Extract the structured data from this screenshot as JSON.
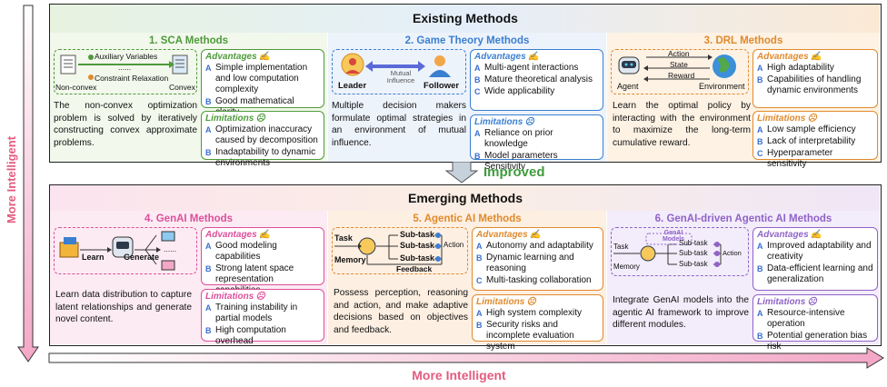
{
  "side_label": "More Intelligent",
  "bottom_label": "More Intelligent",
  "improved_label": "Improved",
  "colors": {
    "green": "#4e9a3a",
    "blue": "#3b7fd0",
    "orange": "#e08a2c",
    "pink": "#dd4f9b",
    "purple": "#8f63c7",
    "red": "#e35b7e"
  },
  "existing": {
    "title": "Existing Methods",
    "sca": {
      "title": "1. SCA Methods",
      "diagram": {
        "left": "Non-convex",
        "right": "Convex",
        "aux": "Auxiliary Variables",
        "dots": "......",
        "constraint": "Constraint Relaxation"
      },
      "advantages_head": "Advantages",
      "advantages": [
        {
          "bullet": "A",
          "text": "Simple implementation and low computation complexity"
        },
        {
          "bullet": "B",
          "text": "Good mathematical clarity"
        }
      ],
      "limitations_head": "Limitations",
      "limitations": [
        {
          "bullet": "A",
          "text": "Optimization inaccuracy caused by decomposition"
        },
        {
          "bullet": "B",
          "text": "Inadaptability to dynamic environments"
        }
      ],
      "description": "The non-convex optimization problem is solved by iteratively constructing convex approximate problems."
    },
    "game": {
      "title": "2. Game Theory Methods",
      "diagram": {
        "leader": "Leader",
        "follower": "Follower",
        "mutual": "Mutual Influence"
      },
      "advantages_head": "Advantages",
      "advantages": [
        {
          "bullet": "A",
          "text": "Multi-agent interactions"
        },
        {
          "bullet": "B",
          "text": "Mature theoretical analysis"
        },
        {
          "bullet": "C",
          "text": "Wide applicability"
        }
      ],
      "limitations_head": "Limitations",
      "limitations": [
        {
          "bullet": "A",
          "text": "Reliance on prior knowledge"
        },
        {
          "bullet": "B",
          "text": "Model parameters Sensitivity"
        }
      ],
      "description": "Multiple decision makers formulate optimal strategies in an environment of mutual influence."
    },
    "drl": {
      "title": "3. DRL Methods",
      "diagram": {
        "agent": "Agent",
        "environment": "Environment",
        "action": "Action",
        "state": "State",
        "reward": "Reward"
      },
      "advantages_head": "Advantages",
      "advantages": [
        {
          "bullet": "A",
          "text": "High adaptability"
        },
        {
          "bullet": "B",
          "text": "Capabilities of handling dynamic environments"
        }
      ],
      "limitations_head": "Limitations",
      "limitations": [
        {
          "bullet": "A",
          "text": "Low sample efficiency"
        },
        {
          "bullet": "B",
          "text": "Lack of interpretability"
        },
        {
          "bullet": "C",
          "text": "Hyperparameter sensitivity"
        }
      ],
      "description": "Learn the optimal policy by interacting with the environment to maximize the long-term cumulative reward."
    }
  },
  "emerging": {
    "title": "Emerging Methods",
    "genai": {
      "title": "4. GenAI Methods",
      "diagram": {
        "learn": "Learn",
        "generate": "Generate",
        "dots": "......"
      },
      "advantages_head": "Advantages",
      "advantages": [
        {
          "bullet": "A",
          "text": "Good modeling capabilities"
        },
        {
          "bullet": "B",
          "text": "Strong latent space representation capabilities"
        }
      ],
      "limitations_head": "Limitations",
      "limitations": [
        {
          "bullet": "A",
          "text": "Training instability in partial models"
        },
        {
          "bullet": "B",
          "text": "High computation overhead"
        }
      ],
      "description": "Learn data distribution to capture latent relationships and generate novel content."
    },
    "agentic": {
      "title": "5. Agentic AI Methods",
      "diagram": {
        "task": "Task",
        "memory": "Memory",
        "subtask": "Sub-task",
        "action": "Action",
        "feedback": "Feedback"
      },
      "advantages_head": "Advantages",
      "advantages": [
        {
          "bullet": "A",
          "text": "Autonomy and adaptability"
        },
        {
          "bullet": "B",
          "text": "Dynamic learning and reasoning"
        },
        {
          "bullet": "C",
          "text": "Multi-tasking collaboration"
        }
      ],
      "limitations_head": "Limitations",
      "limitations": [
        {
          "bullet": "A",
          "text": "High system complexity"
        },
        {
          "bullet": "B",
          "text": "Security risks and incomplete evaluation system"
        }
      ],
      "description": "Possess perception, reasoning and action, and make adaptive decisions based on objectives and feedback."
    },
    "genai_agentic": {
      "title": "6. GenAI-driven Agentic AI Methods",
      "diagram": {
        "task": "Task",
        "memory": "Memory",
        "subtask": "Sub-task",
        "action": "Action",
        "models": "GenAI Models"
      },
      "advantages_head": "Advantages",
      "advantages": [
        {
          "bullet": "A",
          "text": "Improved adaptability and creativity"
        },
        {
          "bullet": "B",
          "text": "Data-efficient learning and generalization"
        }
      ],
      "limitations_head": "Limitations",
      "limitations": [
        {
          "bullet": "A",
          "text": "Resource-intensive operation"
        },
        {
          "bullet": "B",
          "text": "Potential generation bias risk"
        }
      ],
      "description": "Integrate GenAI models into the agentic AI framework to improve different modules."
    }
  }
}
